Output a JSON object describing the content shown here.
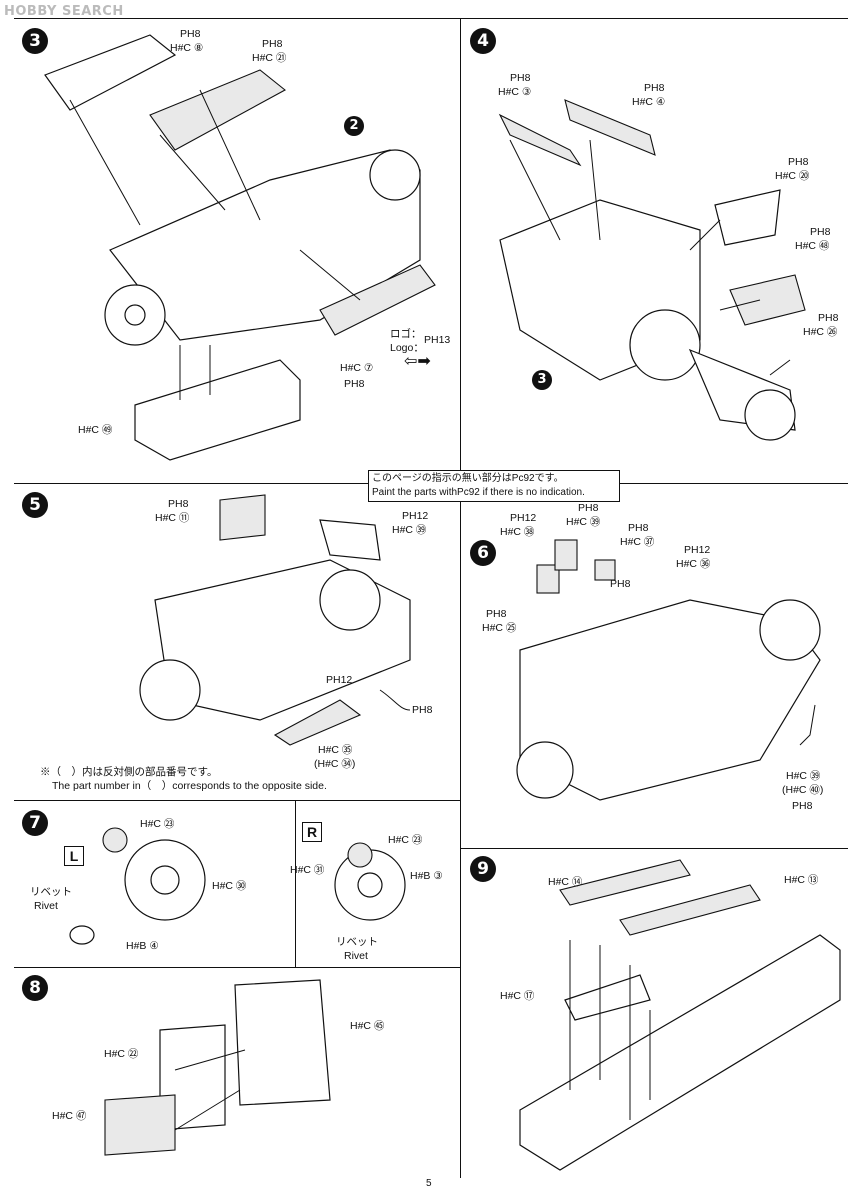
{
  "watermark": "HOBBY SEARCH",
  "page_number": "5",
  "notice": {
    "jp": "このページの指示の無い部分はPc92です。",
    "en": "Paint the parts withPc92 if there is no indication."
  },
  "steps": [
    {
      "number": "3",
      "labels": {
        "a": "PH8",
        "b": "H#C ⑧",
        "c": "PH8",
        "d": "H#C ㉑",
        "e": "H#C ⑦",
        "f": "PH8",
        "g": "H#C ㊾",
        "logo_jp": "ロゴ：",
        "logo_en": "Logo：",
        "logo_code": "PH13",
        "sub": "2"
      }
    },
    {
      "number": "4",
      "labels": {
        "a": "PH8",
        "b": "H#C ③",
        "c": "PH8",
        "d": "H#C ④",
        "e": "PH8",
        "f": "H#C ⑳",
        "g": "PH8",
        "h": "H#C ㊽",
        "i": "PH8",
        "j": "H#C ㉖",
        "sub": "3"
      }
    },
    {
      "number": "5",
      "labels": {
        "a": "PH8",
        "b": "H#C ⑪",
        "c": "PH12",
        "d": "H#C ㊴",
        "e": "PH12",
        "f": "PH8",
        "g": "H#C ㉟",
        "h": "(H#C ㉞)",
        "note_jp": "※（　）内は反対側の部品番号です。",
        "note_en": "The part number in（　）corresponds to the opposite side."
      }
    },
    {
      "number": "6",
      "labels": {
        "a": "PH12",
        "b": "H#C ㊳",
        "c": "PH8",
        "d": "H#C ㊴",
        "e": "PH8",
        "f": "H#C ㊲",
        "g": "PH12",
        "h": "H#C ㊱",
        "i": "PH8",
        "j": "PH8",
        "k": "H#C ㉕",
        "l": "H#C ㊴",
        "m": "(H#C ㊵)",
        "n": "PH8"
      }
    },
    {
      "number": "7",
      "left_badge": "L",
      "right_badge": "R",
      "labels": {
        "a": "H#C ㉓",
        "b": "H#C ㉚",
        "c": "H#B ④",
        "rivet_jp": "リベット",
        "rivet_en": "Rivet",
        "d": "H#C ㉓",
        "e": "H#C ㉛",
        "f": "H#B ③",
        "rivet2_jp": "リベット",
        "rivet2_en": "Rivet"
      }
    },
    {
      "number": "8",
      "labels": {
        "a": "H#C ㊺",
        "b": "H#C ㉒",
        "c": "H#C ㊼"
      }
    },
    {
      "number": "9",
      "labels": {
        "a": "H#C ⑭",
        "b": "H#C ⑬",
        "c": "H#C ⑰"
      }
    }
  ]
}
